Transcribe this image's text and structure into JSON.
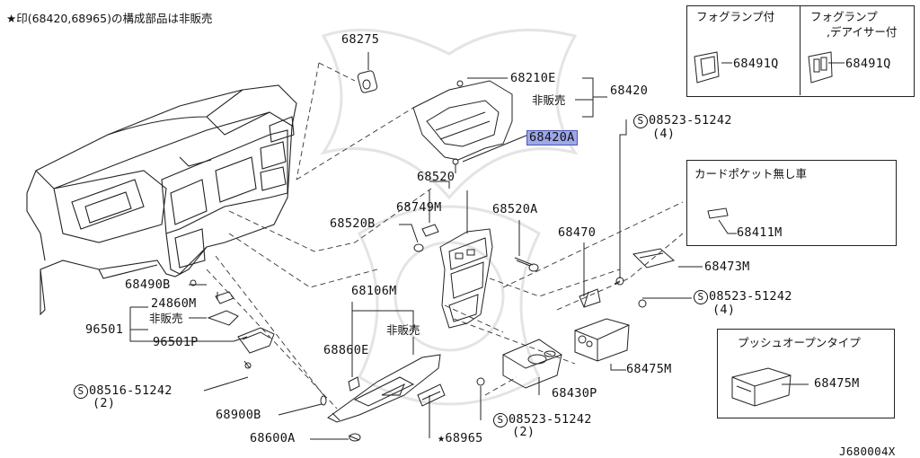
{
  "note": "★印(68420,68965)の構成部品は非販売",
  "diagram_code": "J680004X",
  "fog_table": {
    "col1_header": "フォグランプ付",
    "col2_header_line1": "フォグランプ",
    "col2_header_line2": ",デアイサー付",
    "col1_part": "68491Q",
    "col2_part": "68491Q"
  },
  "card_pocket": {
    "title": "カードポケット無し車",
    "part": "68411M"
  },
  "push_open": {
    "title": "プッシュオープンタイプ",
    "part": "68475M"
  },
  "parts": {
    "p68275": "68275",
    "p68210E": "68210E",
    "hibai1": "非販売",
    "p68420": "68420",
    "p68420A": "68420A",
    "bolt1": "08523-51242",
    "bolt1_qty": "(4)",
    "p68520": "68520",
    "p68749M": "68749M",
    "p68520B": "68520B",
    "p68520A": "68520A",
    "p68470": "68470",
    "p68473M": "68473M",
    "bolt2": "08523-51242",
    "bolt2_qty": "(4)",
    "p68490B": "68490B",
    "p24860M": "24860M",
    "hibai2": "非販売",
    "p96501": "96501",
    "p96501P": "96501P",
    "p68106M": "68106M",
    "hibai3": "非販売",
    "p68860E": "68860E",
    "p68475M": "68475M",
    "p68430P": "68430P",
    "bolt3": "08516-51242",
    "bolt3_qty": "(2)",
    "p68900B": "68900B",
    "p68600A": "68600A",
    "p68965": "★68965",
    "bolt4": "08523-51242",
    "bolt4_qty": "(2)"
  },
  "icons": {
    "screw_symbol": "S"
  }
}
